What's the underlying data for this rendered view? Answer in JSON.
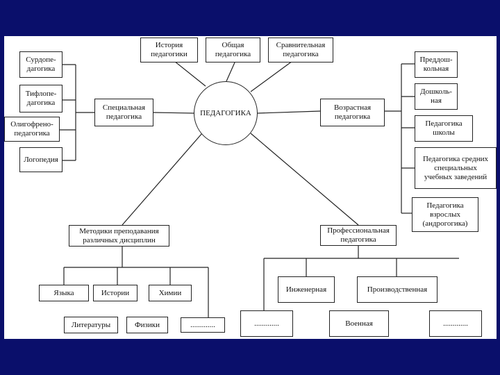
{
  "diagram": {
    "center": "ПЕДАГОГИКА",
    "top": {
      "history": "История\nпедагогики",
      "general": "Общая\nпедагогика",
      "comparative": "Сравнительная\nпедагогика"
    },
    "special": {
      "label": "Специальная\nпедагогика",
      "items": [
        "Сурдопе-\nдагогика",
        "Тифлопе-\nдагогика",
        "Олигофрено-\nпедагогика",
        "Логопедия"
      ]
    },
    "age": {
      "label": "Возрастная\nпедагогика",
      "items": [
        "Преддош-\nкольная",
        "Дошколь-\nная",
        "Педагогика\nшколы",
        "Педагогика средних\nспециальных\nучебных заведений",
        "Педагогика\nвзрослых\n(андрогогика)"
      ]
    },
    "methods": {
      "label": "Методики преподавания\nразличных дисциплин",
      "items": [
        "Языка",
        "Истории",
        "Химии",
        "Литературы",
        "Физики",
        "............."
      ]
    },
    "professional": {
      "label": "Профессиональная\nпедагогика",
      "items": [
        "Инженерная",
        "Производственная",
        ".............",
        "Военная",
        "............."
      ]
    }
  }
}
